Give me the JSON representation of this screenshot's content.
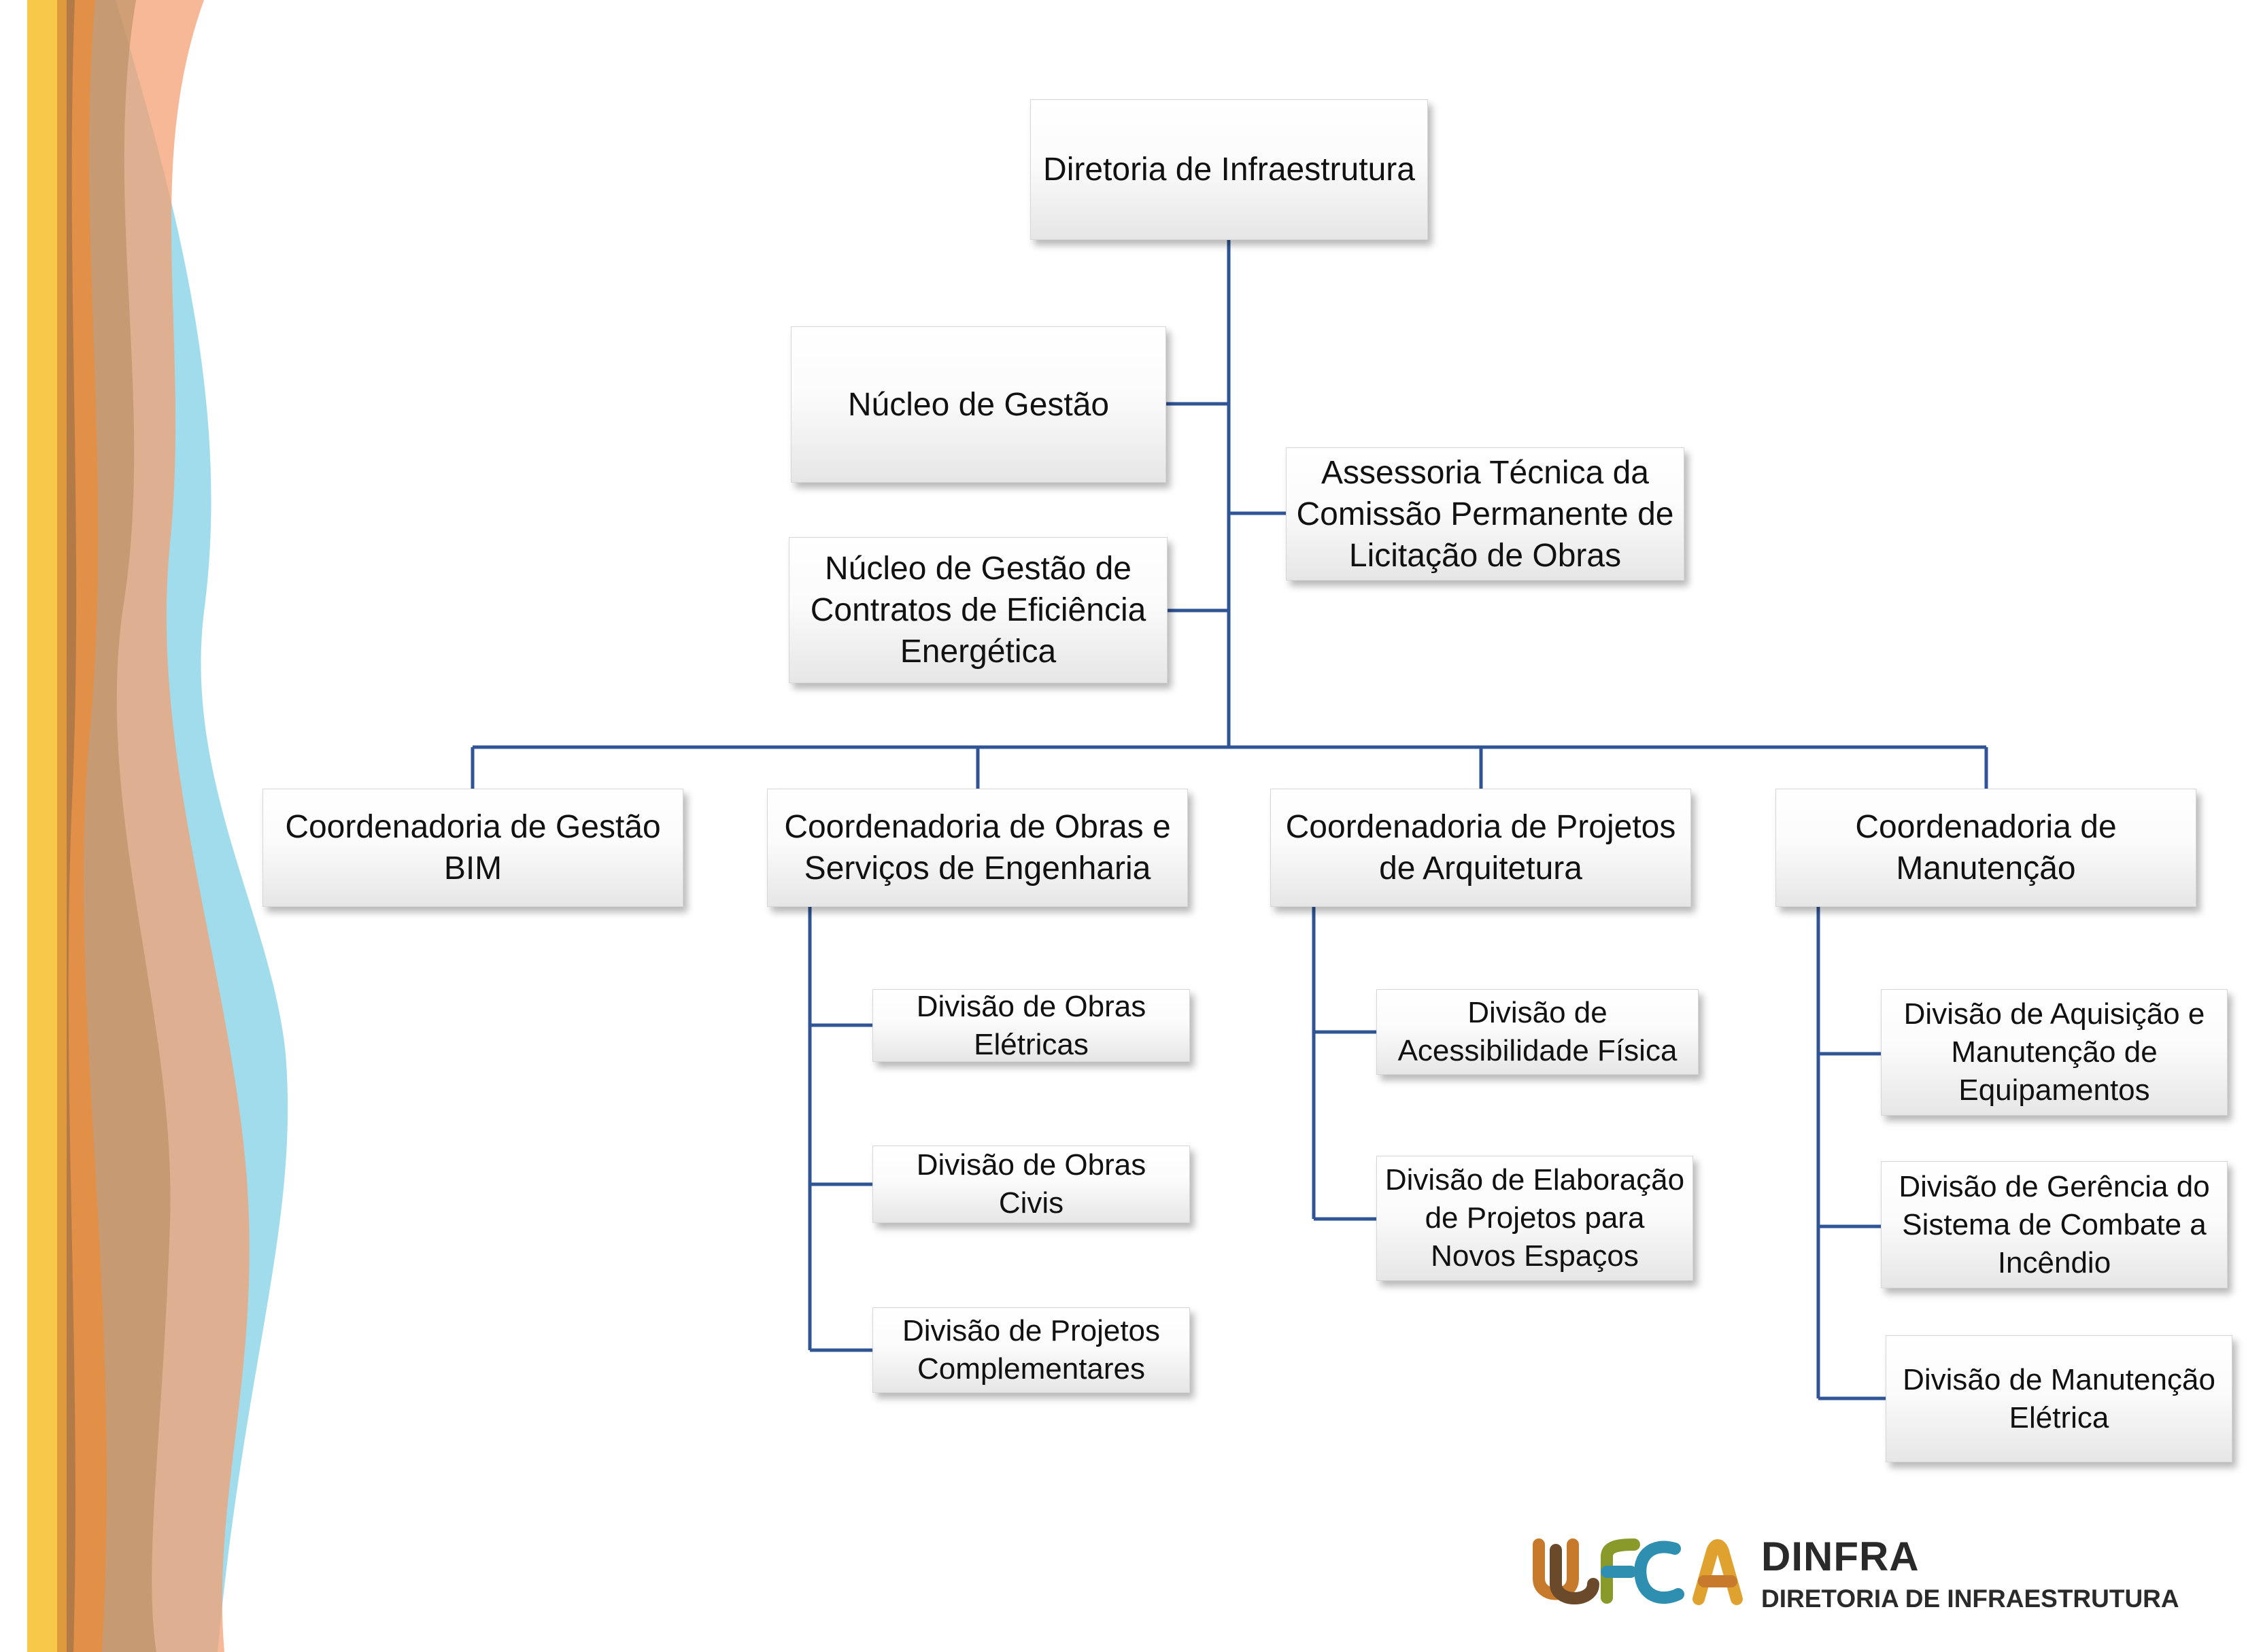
{
  "org": {
    "root": "Diretoria de Infraestrutura",
    "staff_left_1": "Núcleo de Gestão",
    "staff_left_2": "Núcleo de Gestão de Contratos de Eficiência Energética",
    "staff_right_1": "Assessoria Técnica da Comissão Permanente de Licitação de Obras",
    "coord_bim": "Coordenadoria de Gestão BIM",
    "coord_obras": "Coordenadoria de Obras e Serviços de Engenharia",
    "coord_arq": "Coordenadoria de Projetos de Arquitetura",
    "coord_man": "Coordenadoria de Manutenção",
    "div_obras_eletricas": "Divisão de Obras Elétricas",
    "div_obras_civis": "Divisão de Obras Civis",
    "div_projetos_complementares": "Divisão de Projetos Complementares",
    "div_acessibilidade": "Divisão de Acessibilidade Física",
    "div_novos_espacos": "Divisão de Elaboração de Projetos para Novos Espaços",
    "div_aquisicao": "Divisão de Aquisição e Manutenção de Equipamentos",
    "div_incendio": "Divisão de Gerência do Sistema de Combate a Incêndio",
    "div_man_eletrica": "Divisão de Manutenção Elétrica"
  },
  "brand": {
    "logo_text": "UFCA",
    "title": "DINFRA",
    "subtitle": "DIRETORIA DE INFRAESTRUTURA"
  },
  "colors": {
    "connector": "#2f5597",
    "stripe_yellow": "#f7c84a",
    "wave_orange": "#f28c3c",
    "wave_blue": "#7fd0e6"
  }
}
